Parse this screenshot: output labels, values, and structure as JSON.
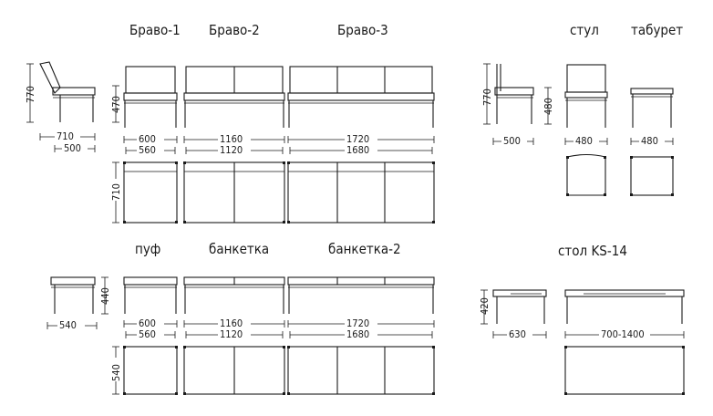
{
  "titles": {
    "bravo1": "Браво-1",
    "bravo2": "Браво-2",
    "bravo3": "Браво-3",
    "chair": "стул",
    "stool": "табурет",
    "pouf": "пуф",
    "bench": "банкетка",
    "bench2": "банкетка-2",
    "table": "стол KS-14"
  },
  "dims": {
    "seat_height": "770",
    "seat_side_depth": "710",
    "seat_side_base": "500",
    "bravo_seat_height": "470",
    "bravo1_w": "600",
    "bravo1_w2": "560",
    "bravo2_w": "1160",
    "bravo2_w2": "1120",
    "bravo3_w": "1720",
    "bravo3_w2": "1680",
    "bravo_depth": "710",
    "chair_height": "770",
    "chair_seat_height": "480",
    "chair_depth": "500",
    "chair_w": "480",
    "stool_w": "480",
    "pouf_height": "440",
    "pouf_depth": "540",
    "pouf_w": "600",
    "pouf_w2": "560",
    "bench_w": "1160",
    "bench_w2": "1120",
    "bench2_w": "1720",
    "bench2_w2": "1680",
    "bench_depth": "540",
    "table_height": "420",
    "table_depth": "630",
    "table_len": "700-1400"
  }
}
